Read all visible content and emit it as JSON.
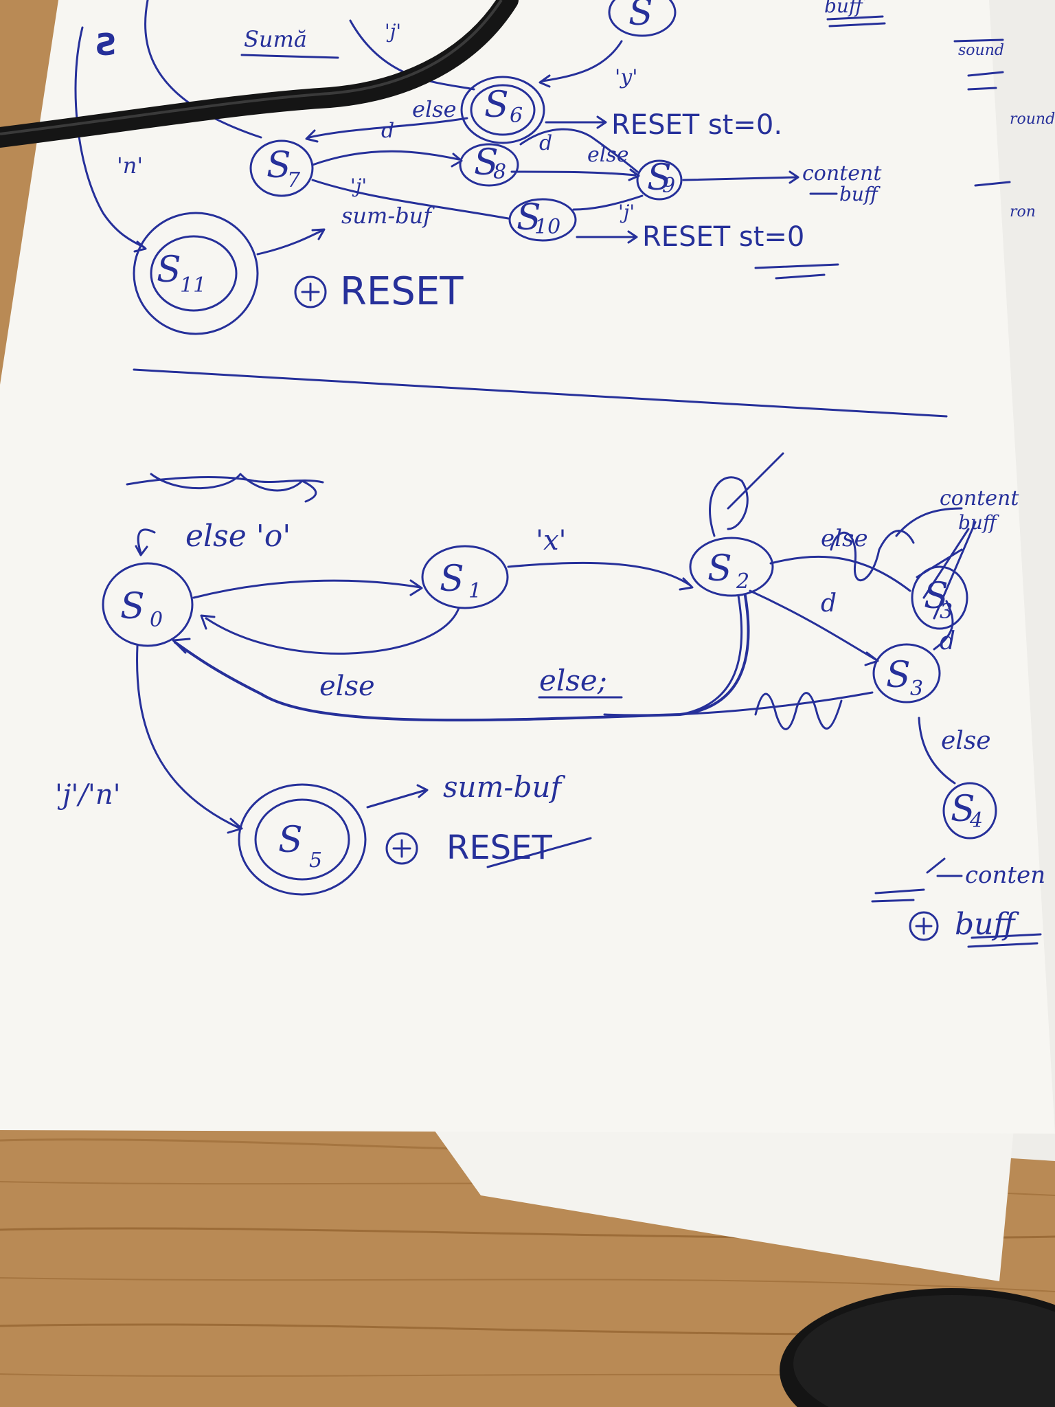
{
  "diagram": {
    "top_fragment": {
      "labels": {
        "suma": "Sumă",
        "quote_j_top": "'j'",
        "quote_n": "'n'",
        "else_a": "else",
        "d_a": "d",
        "quote_j_mid": "'j'",
        "d_b": "d",
        "else_b": "else",
        "quote_j_low": "'j'",
        "reset_st_top": "RESET st=0.",
        "content_buff_top": "content",
        "buff_top_arrow": "buff",
        "buff_corner": "buff",
        "sum_buf_top": "sum-buf",
        "reset_st_bottom": "RESET st=0",
        "reset_plus_top": "RESET",
        "quote_y": "'y'"
      },
      "states": {
        "s6": "S",
        "s6_sub": "6",
        "s7": "S",
        "s7_sub": "7",
        "s8": "S",
        "s8_sub": "8",
        "s9": "S",
        "s9_sub": "9",
        "s10": "S",
        "s10_sub": "10",
        "s11": "S",
        "s11_sub": "11",
        "s_top": "S"
      },
      "side_sheet": {
        "line1": "sound",
        "line2": "round",
        "line3": "ron"
      }
    },
    "main": {
      "labels": {
        "else_o": "else 'o'",
        "quote_x": "'x'",
        "else_back": "else",
        "else_long": "else;",
        "jn": "'j'/'n'",
        "sum_buf": "sum-buf",
        "reset": "RESET",
        "else_right": "else",
        "d_mid": "d",
        "d_right": "d",
        "else_s2": "else",
        "content_s2": "content",
        "buff_s2": "buff",
        "content_s4": "conten",
        "buff_s4": "buff"
      },
      "states": {
        "s0": "S",
        "s0_sub": "0",
        "s1": "S",
        "s1_sub": "1",
        "s2": "S",
        "s2_sub": "2",
        "s3a": "S",
        "s3a_sub": "3",
        "s3b": "S",
        "s3b_sub": "3",
        "s4": "S",
        "s4_sub": "4",
        "s5": "S",
        "s5_sub": "5"
      }
    }
  },
  "colors": {
    "ink": "#26309a",
    "paper": "#f7f6f2",
    "paper_under": "#eeede9",
    "desk": "#b98a55",
    "cable": "#151515"
  }
}
